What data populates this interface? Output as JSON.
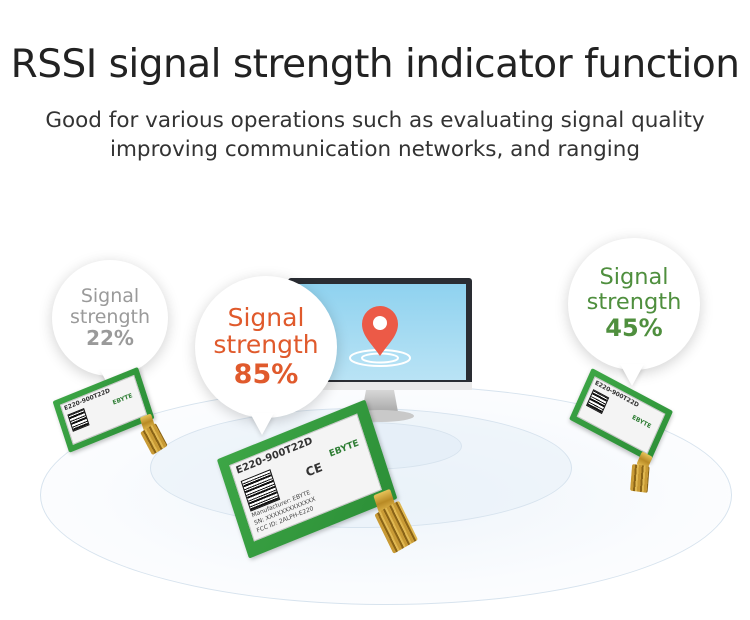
{
  "header": {
    "title": "RSSI signal strength indicator function",
    "subtitle_line1": "Good for various operations such as evaluating signal quality",
    "subtitle_line2": "improving communication networks, and ranging"
  },
  "bubbles": {
    "low": {
      "label_line1": "Signal",
      "label_line2": "strength",
      "percent": "22%",
      "color": "#9a9a9a"
    },
    "high": {
      "label_line1": "Signal",
      "label_line2": "strength",
      "percent": "85%",
      "color": "#e05a2c"
    },
    "mid": {
      "label_line1": "Signal",
      "label_line2": "strength",
      "percent": "45%",
      "color": "#4f8f3e"
    }
  },
  "module": {
    "part_number": "E220-900T22D",
    "brand": "EBYTE",
    "manufacturer": "Manufacturer: EBYTE",
    "sn": "SN: XXXXXXXXXXXXX",
    "fcc": "FCC ID: 2ALPH-E220",
    "ce_mark": "CE",
    "pcb_color": "#3da646"
  },
  "monitor": {
    "icon": "location-pin-icon",
    "pin_color": "#ec5a47"
  }
}
